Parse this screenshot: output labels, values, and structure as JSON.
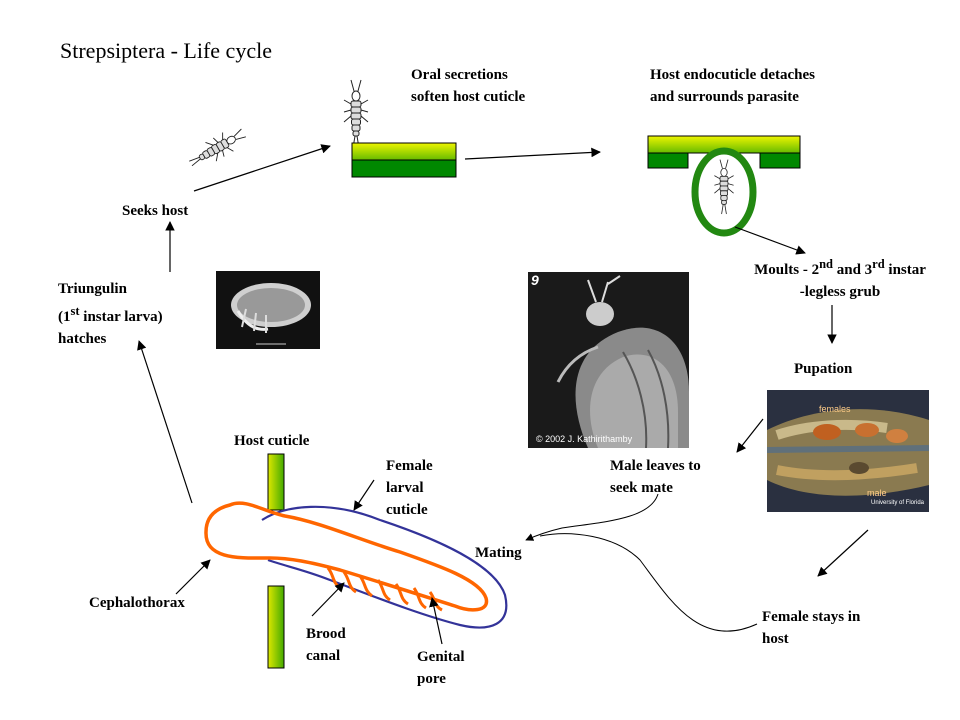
{
  "title": "Strepsiptera - Life cycle",
  "labels": {
    "oral_secretions": [
      "Oral secretions",
      "soften host cuticle"
    ],
    "endocuticle": [
      "Host endocuticle detaches",
      "and surrounds parasite"
    ],
    "seeks_host": "Seeks host",
    "moults": {
      "prefix": "Moults - 2",
      "sup1": "nd",
      "mid": " and 3",
      "sup2": "rd",
      "suffix": " instar",
      "line2": "-legless grub"
    },
    "triungulin": {
      "line1": "Triungulin",
      "line2_prefix": "(1",
      "line2_sup": "st",
      "line2_suffix": " instar larva)",
      "line3": "hatches"
    },
    "pupation": "Pupation",
    "host_cuticle": "Host cuticle",
    "female_larval_cuticle": [
      "Female",
      "larval",
      "cuticle"
    ],
    "male_leaves": [
      "Male leaves to",
      "seek mate"
    ],
    "mating": "Mating",
    "cephalothorax": "Cephalothorax",
    "brood_canal": [
      "Brood",
      "canal"
    ],
    "genital_pore": [
      "Genital",
      "pore"
    ],
    "female_stays": [
      "Female stays in",
      "host"
    ]
  },
  "photos": {
    "head_photo_number": "9",
    "head_photo_credit": "© 2002 J. Kathirithamby",
    "pupa_photo_females": "females",
    "pupa_photo_male": "male",
    "pupa_photo_credit": "University of Florida"
  },
  "colors": {
    "cuticle_green_light": "#ccdd00",
    "cuticle_green_dark": "#008800",
    "parasite_orange": "#ff6600",
    "female_cuticle_blue": "#333399",
    "ring_green": "#228811"
  }
}
